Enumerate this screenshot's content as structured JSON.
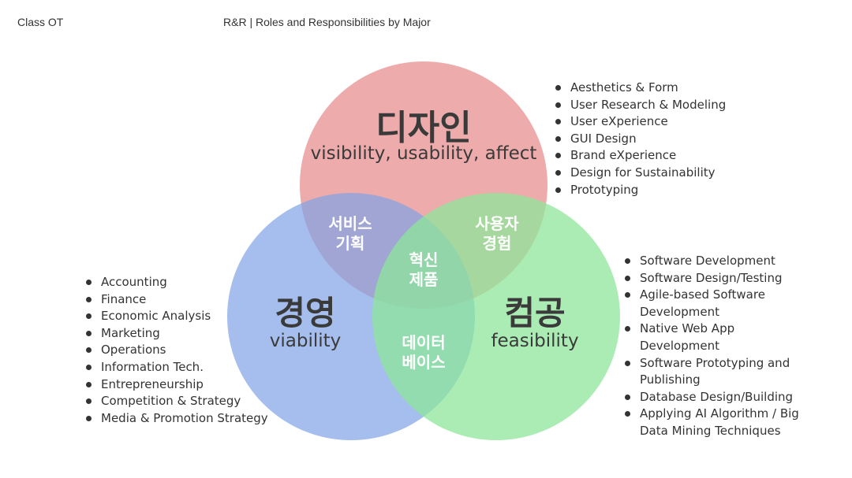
{
  "header": {
    "course": "Class OT",
    "title": "R&R | Roles and Responsibilities by Major"
  },
  "colors": {
    "design": "#e88f8f",
    "business": "#7fa3e6",
    "cs": "#8ee699"
  },
  "circles": {
    "design": {
      "title": "디자인",
      "subtitle": "visibility, usability, affect"
    },
    "business": {
      "title": "경영",
      "subtitle": "viability"
    },
    "cs": {
      "title": "컴공",
      "subtitle": "feasibility"
    }
  },
  "overlaps": {
    "service_planning": [
      "서비스",
      "기획"
    ],
    "user_experience": [
      "사용자",
      "경험"
    ],
    "database": [
      "데이터",
      "베이스"
    ],
    "innovative_product": [
      "혁신",
      "제품"
    ]
  },
  "lists": {
    "design": [
      "Aesthetics & Form",
      "User Research & Modeling",
      "User eXperience",
      "GUI Design",
      "Brand eXperience",
      "Design for Sustainability",
      "Prototyping"
    ],
    "business": [
      "Accounting",
      "Finance",
      "Economic Analysis",
      "Marketing",
      "Operations",
      "Information Tech.",
      "Entrepreneurship",
      "Competition & Strategy",
      "Media & Promotion Strategy"
    ],
    "cs": [
      "Software Development",
      "Software Design/Testing",
      "Agile-based Software Development",
      "Native Web App Development",
      "Software Prototyping and Publishing",
      "Database Design/Building",
      "Applying AI Algorithm / Big Data Mining Techniques"
    ]
  }
}
